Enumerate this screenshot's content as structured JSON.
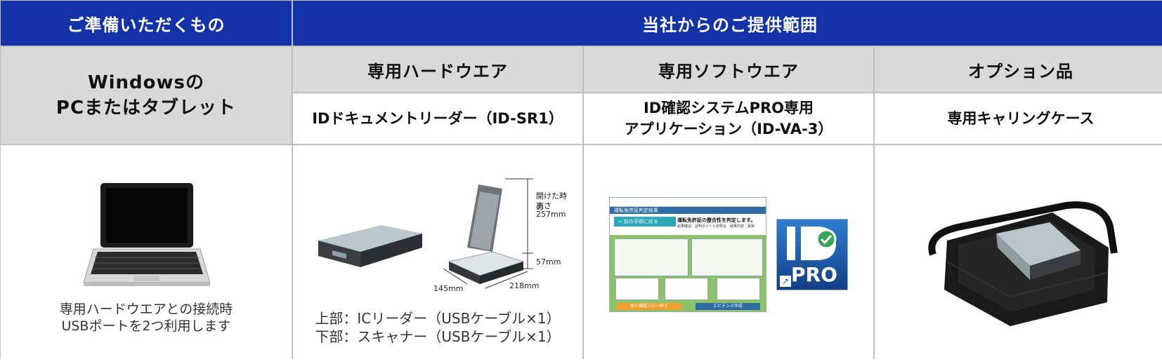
{
  "header": {
    "left": "ご準備いただくもの",
    "right": "当社からのご提供範囲"
  },
  "left": {
    "title_line1": "Windowsの",
    "title_line2": "PCまたはタブレット",
    "caption_line1": "専用ハードウエアとの接続時",
    "caption_line2": "USBポートを2つ利用します"
  },
  "columns": [
    {
      "category": "専用ハードウエア",
      "product_line1": "IDドキュメントリーダー（ID-SR1）"
    },
    {
      "category": "専用ソフトウエア",
      "product_line1": "ID確認システムPRO専用",
      "product_line2": "アプリケーション（ID-VA-3）"
    },
    {
      "category": "オプション品",
      "product_line1": "専用キャリングケース"
    }
  ],
  "hardware": {
    "dim_height_label_1": "開けた時の",
    "dim_height_label_2": "高さ",
    "dim_height_value": "257mm",
    "dim_thickness": "57mm",
    "dim_width": "145mm",
    "dim_depth": "218mm",
    "caption_line1": "上部：ICリーダー（USBケーブル×1）",
    "caption_line2": "下部：スキャナー（USBケーブル×1）"
  },
  "software": {
    "window_title": "運転免許証判定結果",
    "back_button": "前の手順に戻る",
    "headline": "運転免許証の整合性を判定します。",
    "subline": "結果確認：証明タイトル未照合　結果内容：異常",
    "button_flow": "本人確認フロー終了",
    "button_evidence": "エビデンス作成",
    "logo_text": "PRO"
  },
  "colors": {
    "header_blue": "#1533a8",
    "header_gray": "#d9d9d9",
    "app_green": "#8cc36a",
    "logo_blue": "#1a5fb0"
  }
}
